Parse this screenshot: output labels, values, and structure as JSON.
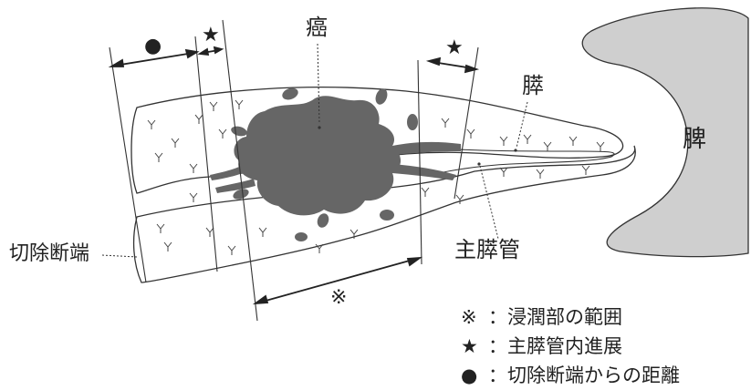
{
  "labels": {
    "cancer": "癌",
    "pancreas": "膵",
    "spleen": "脾",
    "main_duct": "主膵管",
    "resection_margin": "切除断端",
    "mark_invasion": "※",
    "mark_star_left": "★",
    "mark_star_right": "★",
    "mark_dot": "●"
  },
  "legend": [
    {
      "symbol": "※",
      "text": "：浸潤部の範囲"
    },
    {
      "symbol": "★",
      "text": "：主膵管内進展"
    },
    {
      "symbol": "●",
      "text": "：切除断端からの距離"
    }
  ],
  "colors": {
    "tumor": "#666666",
    "spleen": "#cfcfcf",
    "line": "#333333"
  }
}
